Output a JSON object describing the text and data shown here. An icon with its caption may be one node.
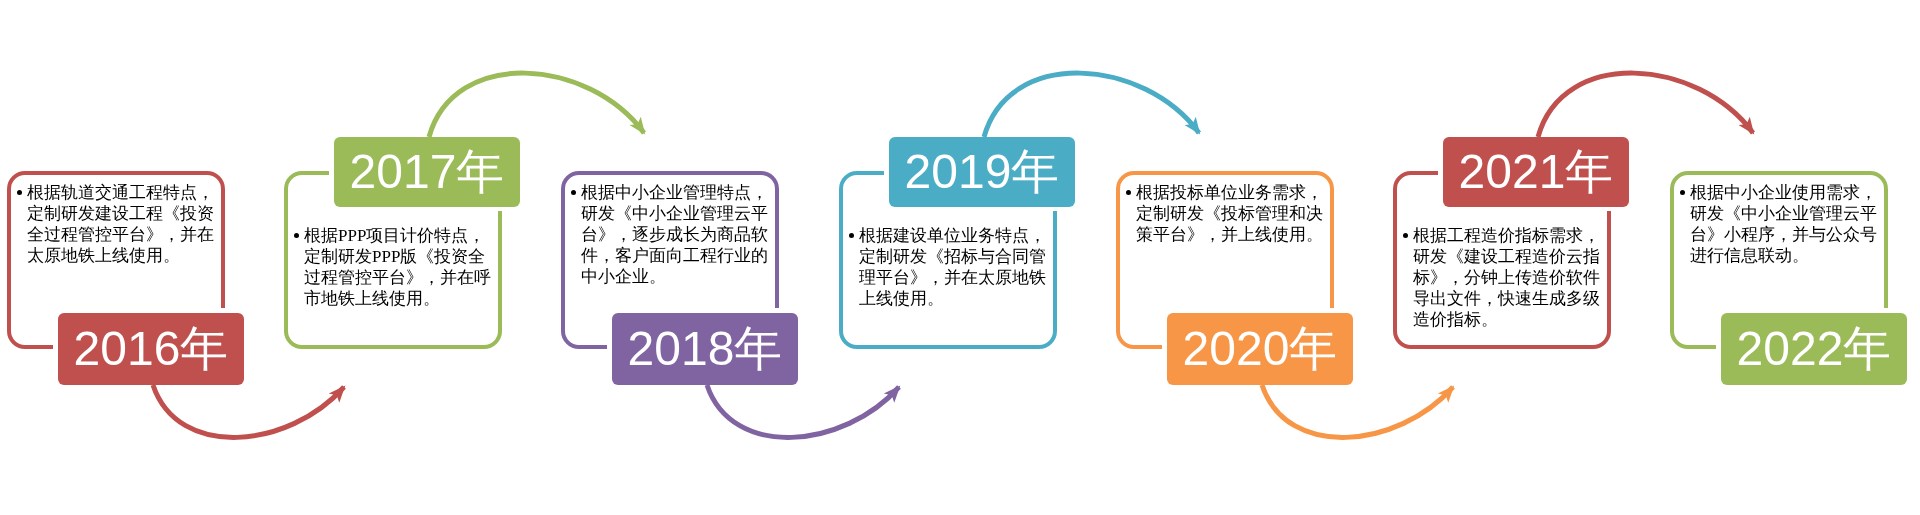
{
  "diagram": {
    "nodes": [
      {
        "text": [
          "根据轨道交通工程特点，定制研发建设工程《投资全过程管控平台》，并在太原地铁上线使用。"
        ]
      },
      {
        "text": [
          "2016年"
        ]
      },
      {
        "text": [
          "2017年"
        ]
      },
      {
        "text": [
          "根据PPP项目计价特点，定制研发PPP版《投资全过程管控平台》，并在呼市地铁上线使用。"
        ]
      },
      {
        "text": [
          "根据中小企业管理特点，研发《中小企业管理云平台》，逐步成长为商品软件，客户面向工程行业的中小企业。"
        ]
      },
      {
        "text": [
          "2018年"
        ]
      },
      {
        "text": [
          "2019年"
        ]
      },
      {
        "text": [
          "根据建设单位业务特点，定制研发《招标与合同管理平台》，并在太原地铁上线使用。"
        ]
      },
      {
        "text": [
          "根据投标单位业务需求，定制研发《投标管理和决策平台》，并上线使用。"
        ]
      },
      {
        "text": [
          "2020年"
        ]
      },
      {
        "text": [
          "2021年"
        ]
      },
      {
        "text": [
          "根据工程造价指标需求，研发《建设工程造价云指标》，分钟上传造价软件导出文件，快速生成多级造价指标。"
        ]
      },
      {
        "text": [
          "根据中小企业使用需求，研发《中小企业管理云平台》小程序，并与公众号进行信息联动。"
        ]
      },
      {
        "text": [
          "2022年"
        ]
      }
    ],
    "edges": [
      {
        "from": 1,
        "to": 3,
        "arrow": "to",
        "color": "#c0504d"
      },
      {
        "from": 2,
        "to": 4,
        "arrow": "to",
        "color": "#9bbb59"
      },
      {
        "from": 5,
        "to": 7,
        "arrow": "to",
        "color": "#8064a2"
      },
      {
        "from": 6,
        "to": 8,
        "arrow": "to",
        "color": "#4bacc6"
      },
      {
        "from": 9,
        "to": 11,
        "arrow": "to",
        "color": "#f79646"
      },
      {
        "from": 10,
        "to": 12,
        "arrow": "to",
        "color": "#c0504d"
      }
    ]
  }
}
